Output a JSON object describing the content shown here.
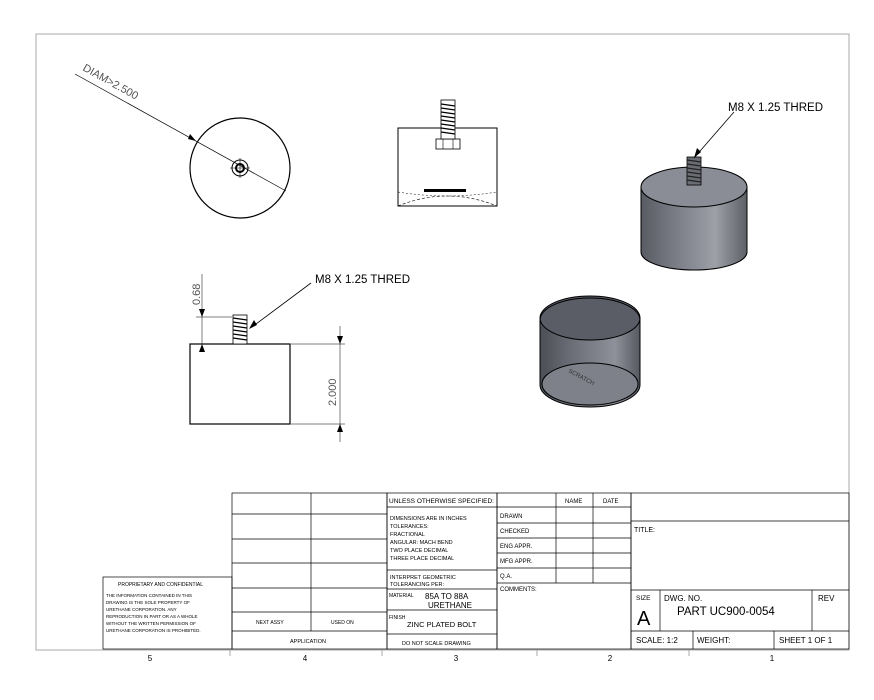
{
  "annotations": {
    "diam": "DIAM>2.500",
    "thread_iso": "M8 X 1.25 THRED",
    "thread_front": "M8 X 1.25 THRED",
    "dim_068": "0.68",
    "dim_2000": "2.000",
    "bottom_text": "SCRATCH"
  },
  "zones": [
    "5",
    "4",
    "3",
    "2",
    "1"
  ],
  "title_block": {
    "unless": "UNLESS OTHERWISE SPECIFIED:",
    "name_h": "NAME",
    "date_h": "DATE",
    "drawn": "DRAWN",
    "checked": "CHECKED",
    "eng_appr": "ENG APPR.",
    "mfg_appr": "MFG APPR.",
    "qa": "Q.A.",
    "comments": "COMMENTS:",
    "dims": [
      "DIMENSIONS ARE IN INCHES",
      "TOLERANCES:",
      "FRACTIONAL",
      "ANGULAR: MACH    BEND",
      "TWO PLACE DECIMAL",
      "THREE PLACE DECIMAL"
    ],
    "interpret": [
      "INTERPRET GEOMETRIC",
      "TOLERANCING PER:"
    ],
    "material_label": "MATERIAL",
    "material_1": "85A TO 88A",
    "material_2": "URETHANE",
    "finish_label": "FINISH",
    "finish": "ZINC PLATED BOLT",
    "do_not_scale": "DO NOT SCALE DRAWING",
    "next_assy": "NEXT ASSY",
    "used_on": "USED ON",
    "application": "APPLICATION",
    "proprietary_title": "PROPRIETARY AND CONFIDENTIAL",
    "proprietary_lines": [
      "THE INFORMATION CONTAINED IN THIS",
      "DRAWING IS THE SOLE PROPERTY OF",
      "URETHANE CORPORATION.  ANY",
      "REPRODUCTION IN PART OR AS A WHOLE",
      "WITHOUT THE WRITTEN PERMISSION OF",
      "URETHANE CORPORATION IS PROHIBITED."
    ],
    "title_label": "TITLE:",
    "size_label": "SIZE",
    "size": "A",
    "dwg_label": "DWG.  NO.",
    "dwg_no": "PART UC900-0054",
    "rev_label": "REV",
    "scale": "SCALE: 1:2",
    "weight": "WEIGHT:",
    "sheet": "SHEET 1 OF 1"
  },
  "colors": {
    "line": "#000000",
    "shaded_side": "#6e7078",
    "shaded_top": "#8e909a"
  }
}
